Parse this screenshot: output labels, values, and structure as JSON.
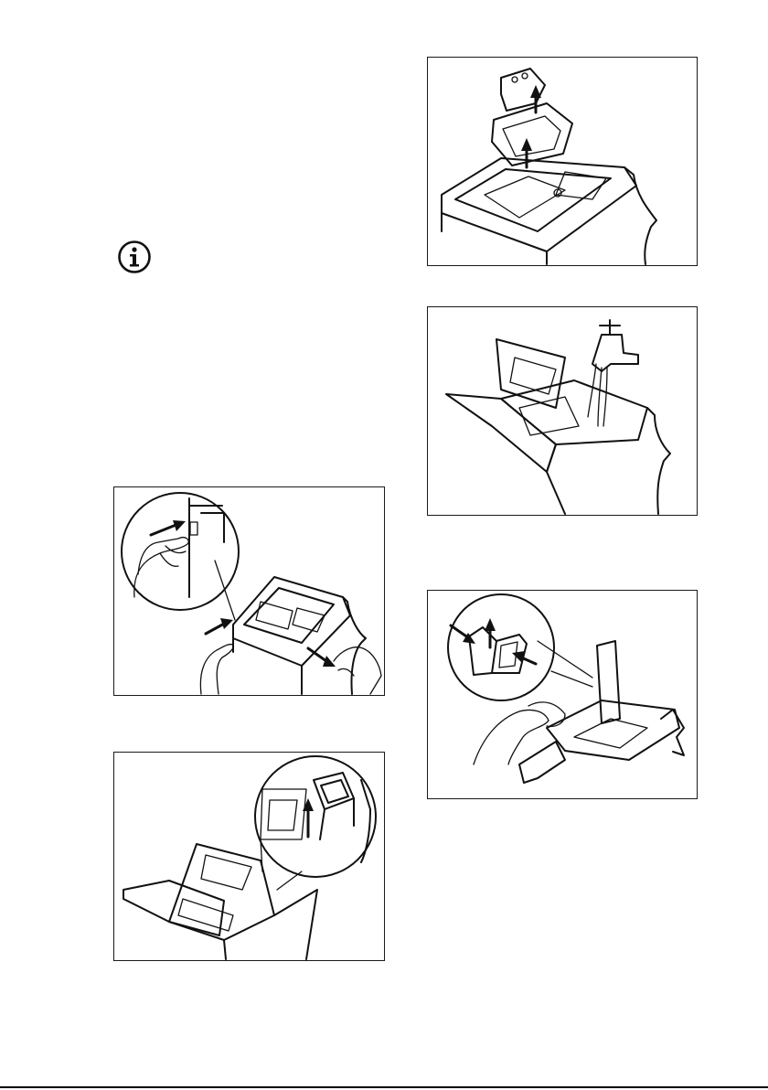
{
  "page": {
    "info_icon": "info-circle-icon",
    "figures": [
      {
        "id": "fig-1",
        "icon": "press-release-button-remove-drawer"
      },
      {
        "id": "fig-2",
        "icon": "lift-liquid-detergent-flap"
      },
      {
        "id": "fig-3",
        "icon": "remove-inserts-from-drawer"
      },
      {
        "id": "fig-4",
        "icon": "rinse-drawer-under-tap"
      },
      {
        "id": "fig-5",
        "icon": "clean-drawer-recess-with-cloth"
      }
    ]
  },
  "colors": {
    "ink": "#111111",
    "background": "#ffffff"
  }
}
